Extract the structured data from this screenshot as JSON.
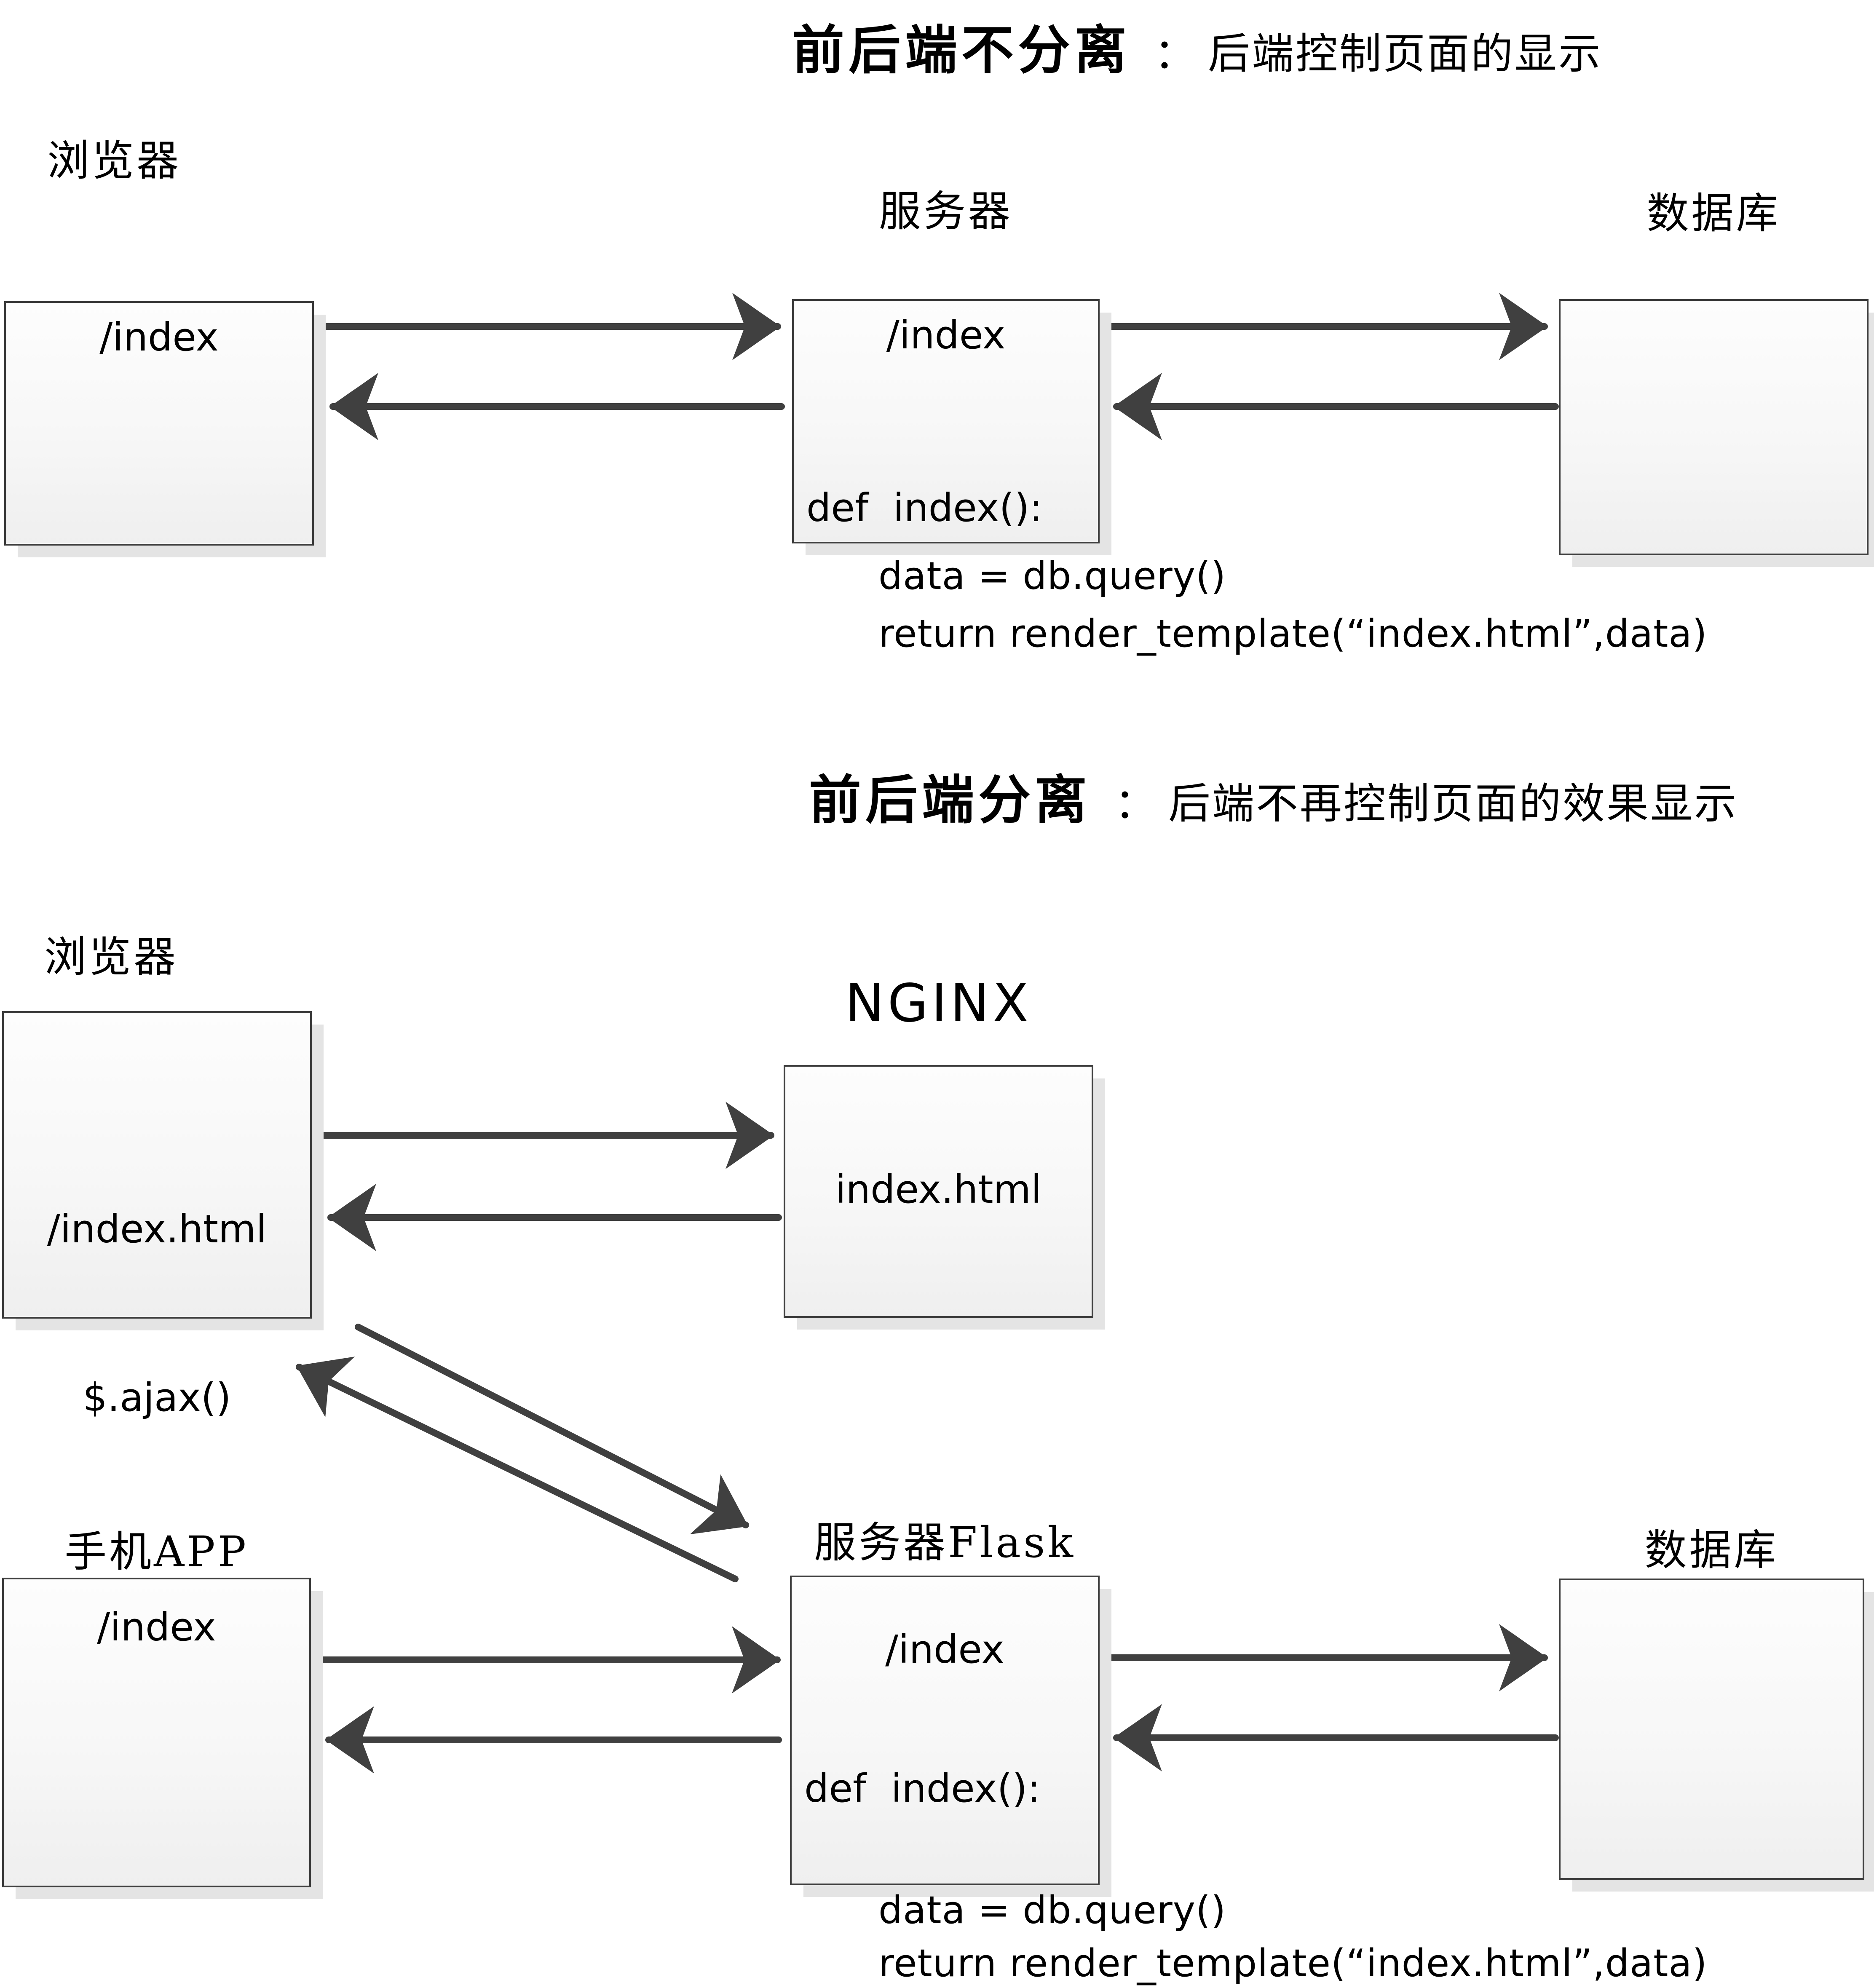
{
  "colors": {
    "arrow": "#404040",
    "box_border": "#3d3d3d",
    "box_fill_top": "#fdfdfd",
    "box_fill_bottom": "#efefef",
    "box_shadow": "#e4e4e4",
    "text": "#000000",
    "background": "#ffffff"
  },
  "icons": {
    "arrow_right": "arrow-right-icon",
    "arrow_left": "arrow-left-icon",
    "arrow_diagonal_down": "arrow-diagonal-down-icon",
    "arrow_diagonal_up": "arrow-diagonal-up-icon"
  },
  "diagram1": {
    "title": {
      "emphasis": "前后端不分离",
      "separator": "：",
      "description": "后端控制页面的显示"
    },
    "browser": {
      "label": "浏览器",
      "content": "/index"
    },
    "server": {
      "label": "服务器",
      "content": "/index",
      "code_inline": "def  index():"
    },
    "database": {
      "label": "数据库"
    },
    "code_lines": [
      "data = db.query()",
      "return render_template(“index.html”,data)"
    ]
  },
  "diagram2": {
    "title": {
      "emphasis": "前后端分离",
      "separator": "：",
      "description": "后端不再控制页面的效果显示"
    },
    "browser": {
      "label": "浏览器",
      "line1": "/index.html",
      "line2": "$.ajax()"
    },
    "nginx": {
      "label": "NGINX",
      "content": "index.html"
    },
    "mobile_app": {
      "label": "手机APP",
      "content": "/index"
    },
    "flask_server": {
      "label": "服务器Flask",
      "content": "/index",
      "code_inline": "def  index():"
    },
    "database": {
      "label": "数据库"
    },
    "code_lines": [
      "data = db.query()",
      "return render_template(“index.html”,data)"
    ]
  }
}
